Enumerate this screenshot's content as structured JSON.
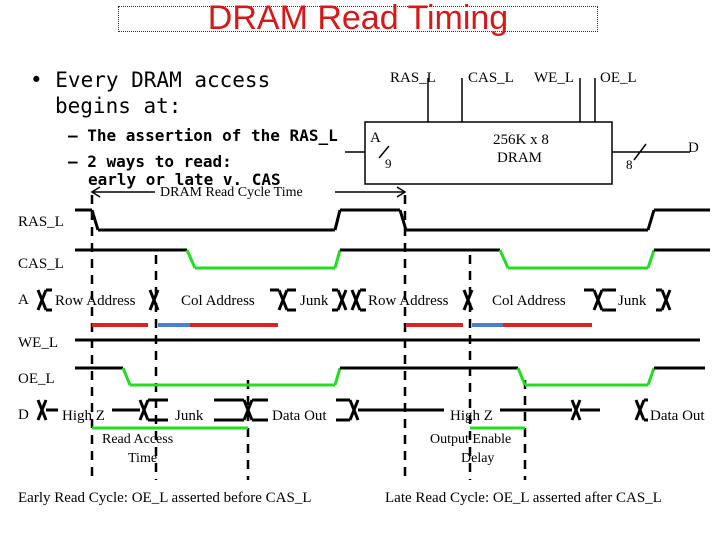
{
  "title": "DRAM Read Timing",
  "bullets": {
    "main_line1": "• Every DRAM access",
    "main_line2": "begins at:",
    "sub1": "– The assertion of the RAS_L",
    "sub2": "– 2 ways to read:",
    "sub2_cont": "early or late v. CAS"
  },
  "chip": {
    "ras": "RAS_L",
    "cas": "CAS_L",
    "we": "WE_L",
    "oe": "OE_L",
    "addr": "A",
    "addr_width": "9",
    "name_line1": "256K x 8",
    "name_line2": "DRAM",
    "data": "D",
    "data_width": "8"
  },
  "timing": {
    "cycle_label": "DRAM Read Cycle Time",
    "sig_ras": "RAS_L",
    "sig_cas": "CAS_L",
    "sig_a": "A",
    "sig_we": "WE_L",
    "sig_oe": "OE_L",
    "sig_d": "D",
    "a_row1": "Row Address",
    "a_col1": "Col Address",
    "a_junk1": "Junk",
    "a_row2": "Row Address",
    "a_col2": "Col Address",
    "a_junk2": "Junk",
    "d_highz1": "High Z",
    "d_junk": "Junk",
    "d_out1": "Data Out",
    "d_highz2": "High Z",
    "d_out2": "Data Out",
    "read_access_1": "Read Access",
    "read_access_2": "Time",
    "oe_delay_1": "Output Enable",
    "oe_delay_2": "Delay",
    "caption_left": "Early Read Cycle: OE_L asserted before CAS_L",
    "caption_right": "Late Read Cycle: OE_L asserted after CAS_L"
  },
  "colors": {
    "title": "#d81818",
    "green": "#22dd22",
    "red": "#dd2222",
    "blue": "#4a7fd0"
  }
}
